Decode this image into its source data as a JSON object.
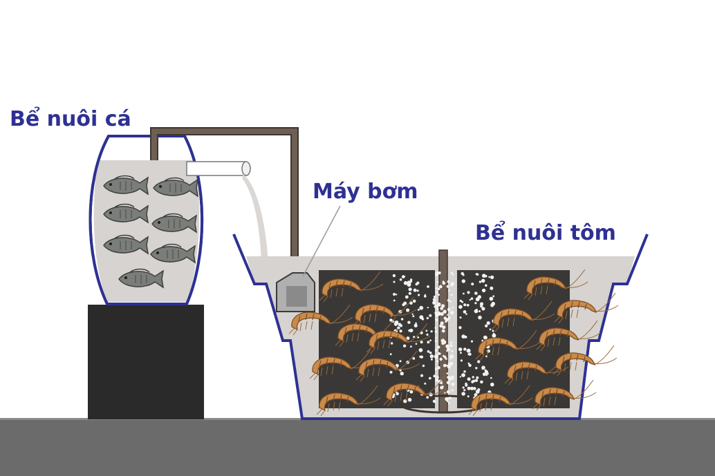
{
  "labels": {
    "fish_tank": "Bể nuôi cá",
    "pump": "Máy bơm",
    "shrimp_tank": "Bể nuôi tôm"
  },
  "colors": {
    "label": "#2e3192",
    "tank_outline": "#2e3192",
    "ground": "#6b6b6b",
    "stand": "#2a2a2a",
    "pipe": "#6e5f55",
    "water": "#d6d3d0",
    "dark_panel": "#3a3836"
  },
  "icons": {
    "fish": "fish-icon",
    "shrimp": "shrimp-icon",
    "bubbles": "bubble-icon",
    "pump": "pump-icon"
  }
}
